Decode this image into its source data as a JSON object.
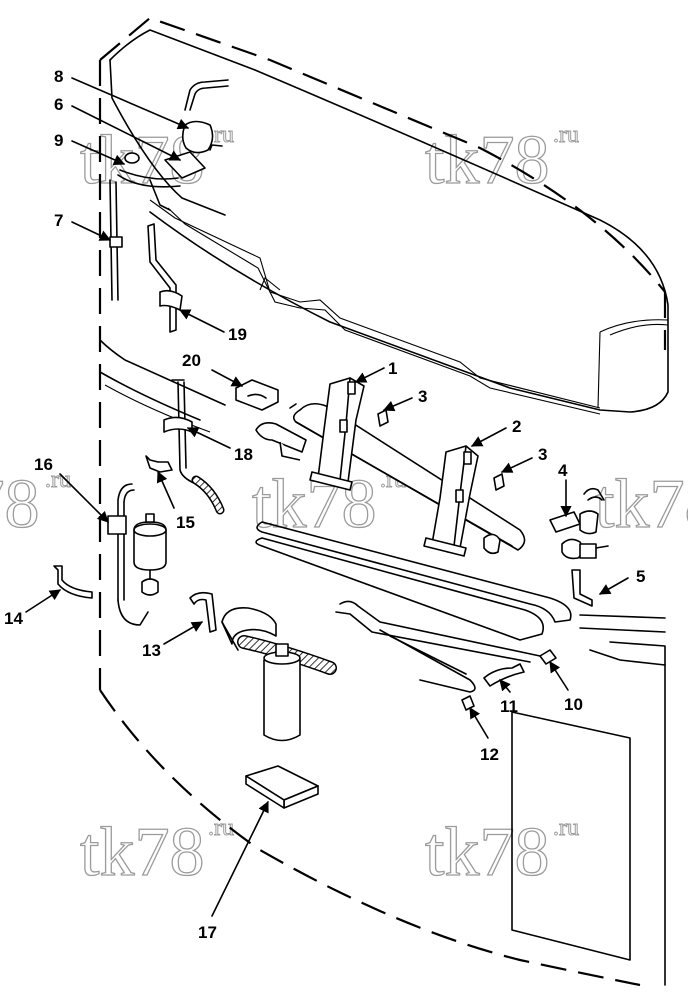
{
  "watermark": {
    "text": "tk78",
    "suffix": ".ru"
  },
  "callouts": [
    {
      "id": "c1",
      "label": "1"
    },
    {
      "id": "c2",
      "label": "2"
    },
    {
      "id": "c3a",
      "label": "3"
    },
    {
      "id": "c3b",
      "label": "3"
    },
    {
      "id": "c4",
      "label": "4"
    },
    {
      "id": "c5",
      "label": "5"
    },
    {
      "id": "c6",
      "label": "6"
    },
    {
      "id": "c7",
      "label": "7"
    },
    {
      "id": "c8",
      "label": "8"
    },
    {
      "id": "c9",
      "label": "9"
    },
    {
      "id": "c10",
      "label": "10"
    },
    {
      "id": "c11",
      "label": "11"
    },
    {
      "id": "c12",
      "label": "12"
    },
    {
      "id": "c13",
      "label": "13"
    },
    {
      "id": "c14",
      "label": "14"
    },
    {
      "id": "c15",
      "label": "15"
    },
    {
      "id": "c16",
      "label": "16"
    },
    {
      "id": "c17",
      "label": "17"
    },
    {
      "id": "c18",
      "label": "18"
    },
    {
      "id": "c19",
      "label": "19"
    },
    {
      "id": "c20",
      "label": "20"
    }
  ]
}
